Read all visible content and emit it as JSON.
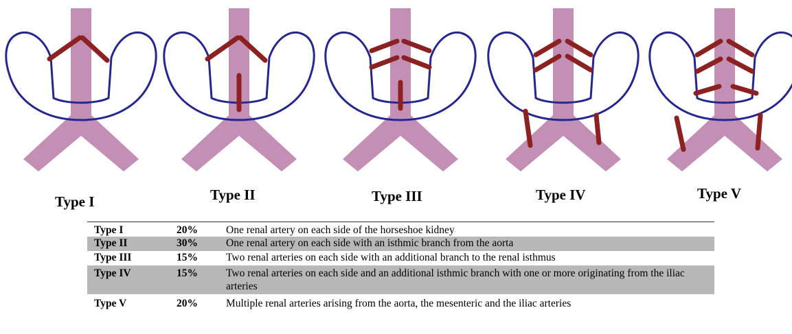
{
  "colors": {
    "aorta": "#c38fb5",
    "kidney_outline": "#26268f",
    "renal_artery": "#8b2121",
    "table_shade": "#b8b8b8"
  },
  "diagrams": [
    {
      "label": "Type I"
    },
    {
      "label": "Type II"
    },
    {
      "label": "Type III"
    },
    {
      "label": "Type IV"
    },
    {
      "label": "Type V"
    }
  ],
  "table": {
    "rows": [
      {
        "type": "Type I",
        "percent": "20%",
        "description": "One renal artery on each side of the horseshoe kidney"
      },
      {
        "type": "Type II",
        "percent": "30%",
        "description": "One renal artery on each side with an isthmic branch from the aorta"
      },
      {
        "type": "Type III",
        "percent": "15%",
        "description": "Two renal arteries on each side with an additional branch to the renal isthmus"
      },
      {
        "type": "Type IV",
        "percent": "15%",
        "description": "Two renal arteries on each side and an additional isthmic branch with one or more originating from the iliac arteries"
      },
      {
        "type": "Type V",
        "percent": "20%",
        "description": "Multiple renal arteries arising from the aorta, the mesenteric and the iliac arteries"
      }
    ]
  }
}
